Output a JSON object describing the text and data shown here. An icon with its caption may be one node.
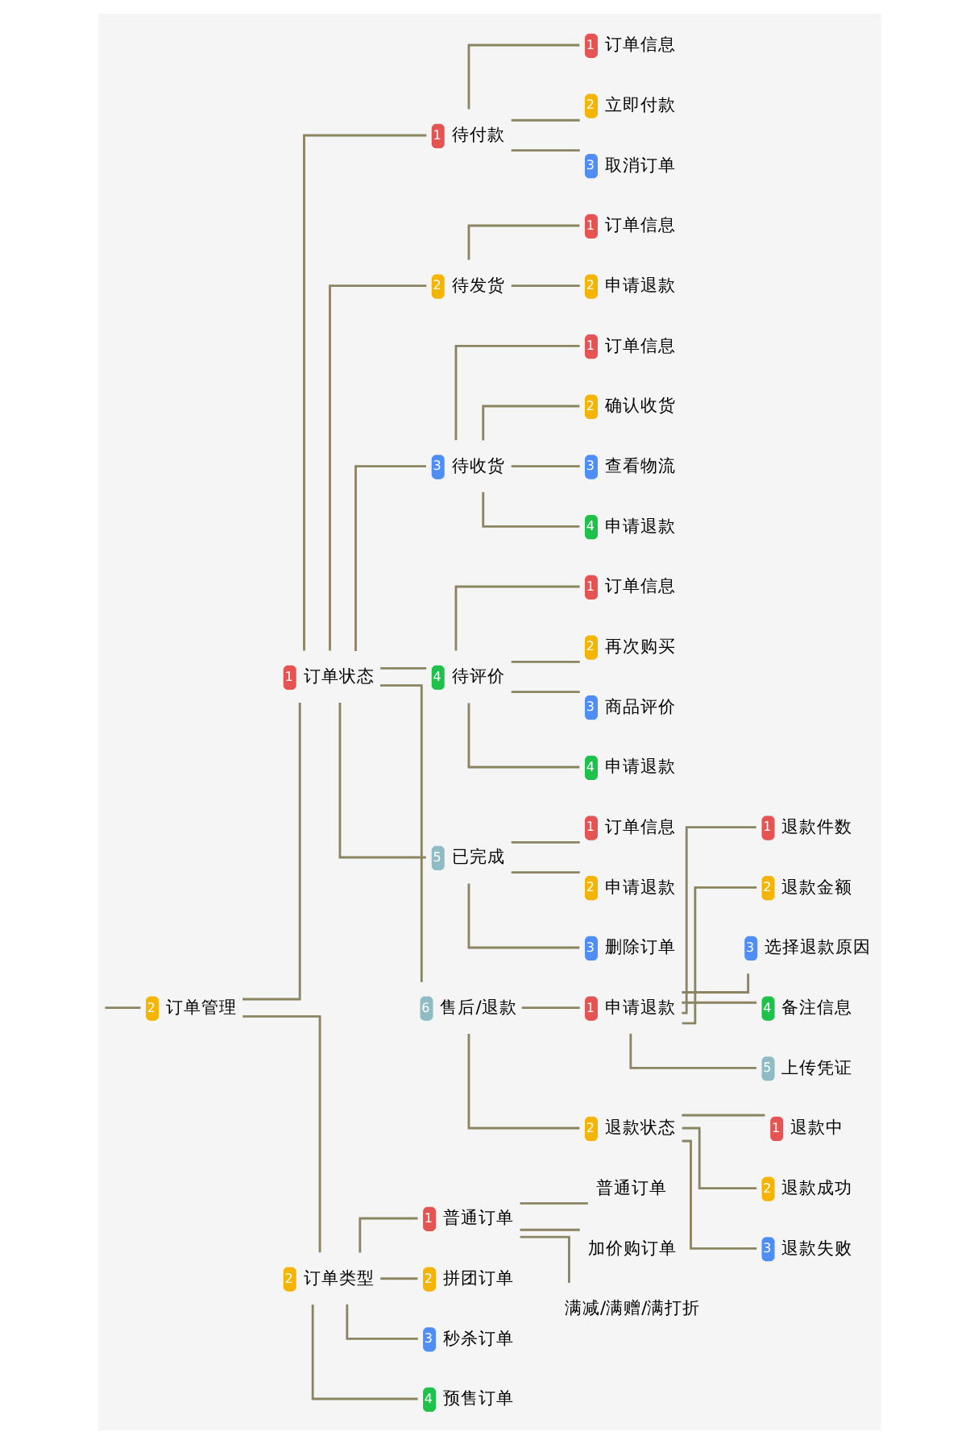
{
  "diagram": {
    "nodes": [
      {
        "text": [
          "2",
          "订单管理"
        ]
      },
      {
        "text": [
          "1",
          "订单状态"
        ]
      },
      {
        "text": [
          "1",
          "待付款"
        ]
      },
      {
        "text": [
          "1",
          "订单信息"
        ]
      },
      {
        "text": [
          "2",
          "立即付款"
        ]
      },
      {
        "text": [
          "3",
          "取消订单"
        ]
      },
      {
        "text": [
          "2",
          "待发货"
        ]
      },
      {
        "text": [
          "1",
          "订单信息"
        ]
      },
      {
        "text": [
          "2",
          "申请退款"
        ]
      },
      {
        "text": [
          "3",
          "待收货"
        ]
      },
      {
        "text": [
          "1",
          "订单信息"
        ]
      },
      {
        "text": [
          "2",
          "确认收货"
        ]
      },
      {
        "text": [
          "3",
          "查看物流"
        ]
      },
      {
        "text": [
          "4",
          "申请退款"
        ]
      },
      {
        "text": [
          "4",
          "待评价"
        ]
      },
      {
        "text": [
          "1",
          "订单信息"
        ]
      },
      {
        "text": [
          "2",
          "再次购买"
        ]
      },
      {
        "text": [
          "3",
          "商品评价"
        ]
      },
      {
        "text": [
          "4",
          "申请退款"
        ]
      },
      {
        "text": [
          "5",
          "已完成"
        ]
      },
      {
        "text": [
          "1",
          "订单信息"
        ]
      },
      {
        "text": [
          "2",
          "申请退款"
        ]
      },
      {
        "text": [
          "3",
          "删除订单"
        ]
      },
      {
        "text": [
          "6",
          "售后/退款"
        ]
      },
      {
        "text": [
          "1",
          "申请退款"
        ]
      },
      {
        "text": [
          "1",
          "退款件数"
        ]
      },
      {
        "text": [
          "2",
          "退款金额"
        ]
      },
      {
        "text": [
          "3",
          "选择退款原因"
        ]
      },
      {
        "text": [
          "4",
          "备注信息"
        ]
      },
      {
        "text": [
          "5",
          "上传凭证"
        ]
      },
      {
        "text": [
          "2",
          "退款状态"
        ]
      },
      {
        "text": [
          "1",
          "退款中"
        ]
      },
      {
        "text": [
          "2",
          "退款成功"
        ]
      },
      {
        "text": [
          "3",
          "退款失败"
        ]
      },
      {
        "text": [
          "2",
          "订单类型"
        ]
      },
      {
        "text": [
          "1",
          "普通订单"
        ]
      },
      {
        "text": [
          "普通订单"
        ]
      },
      {
        "text": [
          "加价购订单"
        ]
      },
      {
        "text": [
          "满减/满赠/满打折"
        ]
      },
      {
        "text": [
          "2",
          "拼团订单"
        ]
      },
      {
        "text": [
          "3",
          "秒杀订单"
        ]
      },
      {
        "text": [
          "4",
          "预售订单"
        ]
      }
    ],
    "edges": [
      {
        "from": null,
        "to": 0,
        "arrow": "none"
      },
      {
        "from": 0,
        "to": 1,
        "arrow": "none"
      },
      {
        "from": 1,
        "to": 2,
        "arrow": "none"
      },
      {
        "from": 2,
        "to": 3,
        "arrow": "none"
      },
      {
        "from": 2,
        "to": 4,
        "arrow": "none"
      },
      {
        "from": 2,
        "to": 5,
        "arrow": "none"
      },
      {
        "from": 1,
        "to": 6,
        "arrow": "none"
      },
      {
        "from": 6,
        "to": 7,
        "arrow": "none"
      },
      {
        "from": 6,
        "to": 8,
        "arrow": "none"
      },
      {
        "from": 1,
        "to": 9,
        "arrow": "none"
      },
      {
        "from": 9,
        "to": 10,
        "arrow": "none"
      },
      {
        "from": 9,
        "to": 11,
        "arrow": "none"
      },
      {
        "from": 9,
        "to": 12,
        "arrow": "none"
      },
      {
        "from": 9,
        "to": 13,
        "arrow": "none"
      },
      {
        "from": 1,
        "to": 14,
        "arrow": "none"
      },
      {
        "from": 14,
        "to": 15,
        "arrow": "none"
      },
      {
        "from": 14,
        "to": 16,
        "arrow": "none"
      },
      {
        "from": 14,
        "to": 17,
        "arrow": "none"
      },
      {
        "from": 14,
        "to": 18,
        "arrow": "none"
      },
      {
        "from": 1,
        "to": 19,
        "arrow": "none"
      },
      {
        "from": 19,
        "to": 20,
        "arrow": "none"
      },
      {
        "from": 19,
        "to": 21,
        "arrow": "none"
      },
      {
        "from": 19,
        "to": 22,
        "arrow": "none"
      },
      {
        "from": 1,
        "to": 23,
        "arrow": "none"
      },
      {
        "from": 23,
        "to": 24,
        "arrow": "none"
      },
      {
        "from": 24,
        "to": 25,
        "arrow": "none"
      },
      {
        "from": 24,
        "to": 26,
        "arrow": "none"
      },
      {
        "from": 24,
        "to": 27,
        "arrow": "none"
      },
      {
        "from": 24,
        "to": 28,
        "arrow": "none"
      },
      {
        "from": 24,
        "to": 29,
        "arrow": "none"
      },
      {
        "from": 23,
        "to": 30,
        "arrow": "none"
      },
      {
        "from": 30,
        "to": 31,
        "arrow": "none"
      },
      {
        "from": 30,
        "to": 32,
        "arrow": "none"
      },
      {
        "from": 30,
        "to": 33,
        "arrow": "none"
      },
      {
        "from": 0,
        "to": 34,
        "arrow": "none"
      },
      {
        "from": 34,
        "to": 35,
        "arrow": "none"
      },
      {
        "from": 35,
        "to": 36,
        "arrow": "none"
      },
      {
        "from": 35,
        "to": 37,
        "arrow": "none"
      },
      {
        "from": 35,
        "to": 38,
        "arrow": "none"
      },
      {
        "from": 34,
        "to": 39,
        "arrow": "none"
      },
      {
        "from": 34,
        "to": 40,
        "arrow": "none"
      },
      {
        "from": 34,
        "to": 41,
        "arrow": "none"
      }
    ]
  }
}
